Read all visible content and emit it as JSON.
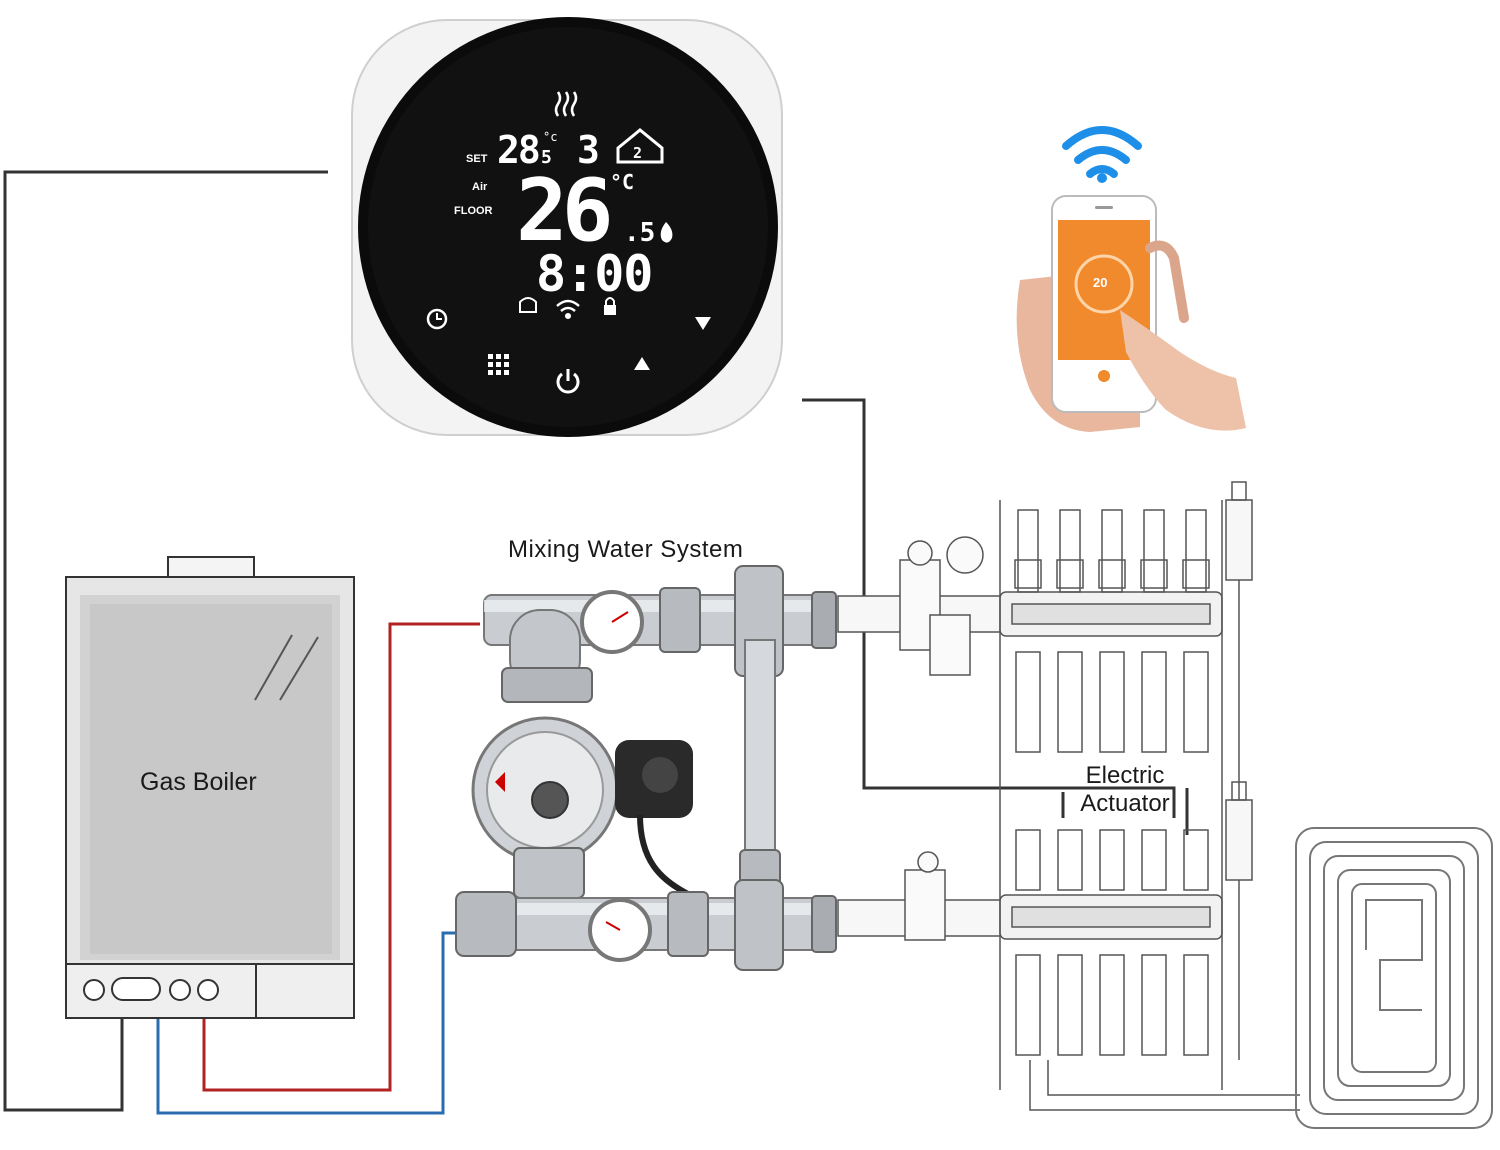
{
  "labels": {
    "mixing_water_system": "Mixing Water System",
    "gas_boiler": "Gas Boiler",
    "electric_actuator": "Electric\nActuator"
  },
  "thermostat": {
    "set_label": "SET",
    "air_label": "Air",
    "floor_label": "FLOOR",
    "set_temperature": "28",
    "set_temperature_decimal": "5",
    "set_unit": "°c",
    "period": "3",
    "zone": "2",
    "current_temperature": "26",
    "current_temperature_decimal": ".5",
    "current_unit": "°C",
    "time": "8:00",
    "icons": [
      "heating-waves-icon",
      "home-icon",
      "boiler-icon",
      "wifi-icon",
      "lock-icon",
      "flame-icon",
      "clock-button-icon",
      "menu-button-icon",
      "power-button-icon",
      "up-button-icon",
      "down-button-icon"
    ]
  },
  "phone": {
    "temperature": "20",
    "icons": [
      "wifi-signal-icon"
    ]
  },
  "colors": {
    "hot_line": "#b22222",
    "cold_line": "#2a6cb0",
    "control_wire": "#333333",
    "wifi": "#1e8fe8",
    "app_orange": "#f08a2c"
  }
}
